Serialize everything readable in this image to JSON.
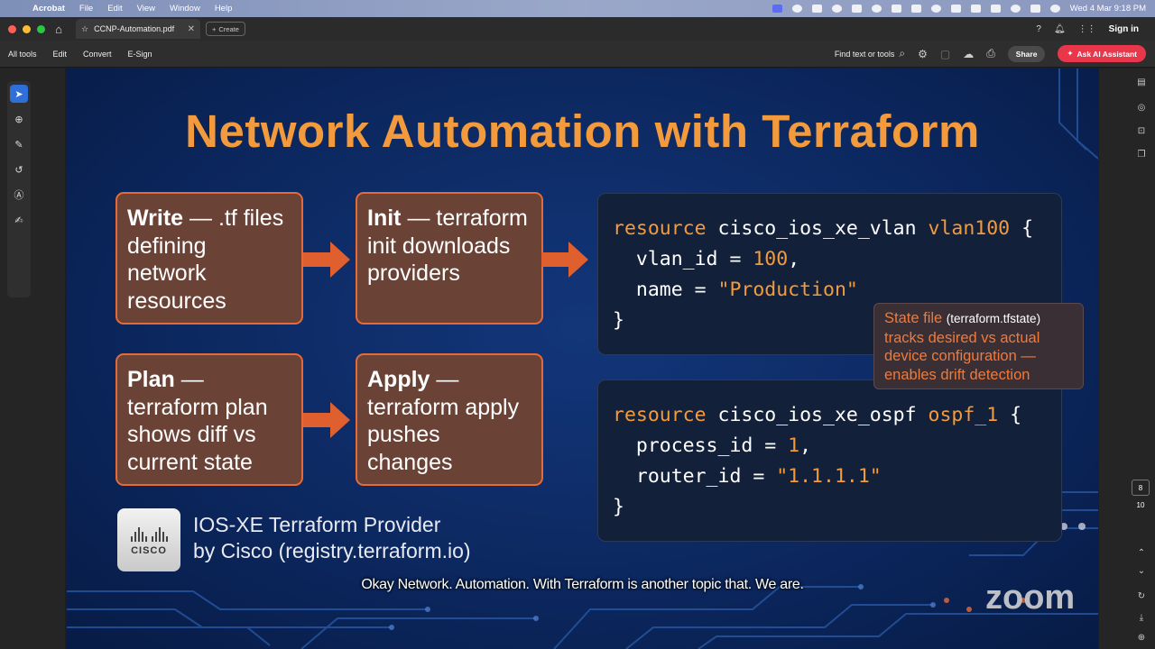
{
  "menubar": {
    "app": "Acrobat",
    "items": [
      "File",
      "Edit",
      "View",
      "Window",
      "Help"
    ],
    "clock": "Wed 4 Mar  9:18 PM"
  },
  "tabbar": {
    "doc_title": "CCNP-Automation.pdf",
    "create_label": "Create",
    "signin": "Sign in"
  },
  "toolbar": {
    "items": [
      "All tools",
      "Edit",
      "Convert",
      "E-Sign"
    ],
    "find_label": "Find text or tools",
    "share_label": "Share",
    "ai_label": "Ask AI Assistant"
  },
  "pager": {
    "current": "8",
    "total": "10"
  },
  "slide": {
    "title": "Network Automation with Terraform",
    "cards": [
      {
        "head": "Write",
        "rest": " — .tf files defining network resources"
      },
      {
        "head": "Init",
        "rest": " — terraform init downloads providers"
      },
      {
        "head": "Plan",
        "rest": " — terraform plan shows diff vs current state"
      },
      {
        "head": "Apply",
        "rest": " — terraform apply pushes changes"
      }
    ],
    "code1": {
      "kw1": "resource",
      "type": " cisco_ios_xe_vlan ",
      "name": "vlan100",
      "open": " {",
      "l2a": "  vlan_id = ",
      "l2b": "100",
      "l2c": ",",
      "l3a": "  name = ",
      "l3b": "\"Production\"",
      "close": "}"
    },
    "code2": {
      "kw1": "resource",
      "type": " cisco_ios_xe_ospf ",
      "name": "ospf_1",
      "open": " {",
      "l2a": "  process_id = ",
      "l2b": "1",
      "l2c": ",",
      "l3a": "  router_id = ",
      "l3b": "\"1.1.1.1\"",
      "close": "}"
    },
    "state_box": {
      "line1a": "State file ",
      "line1b": "(terraform.tfstate)",
      "rest": "tracks desired vs actual device configuration — enables drift detection"
    },
    "logo_text": "CISCO",
    "provider_line1": "IOS-XE Terraform Provider",
    "provider_line2": "by Cisco (registry.terraform.io)",
    "caption": "Okay Network. Automation. With Terraform is another topic that. We are.",
    "watermark": "zoom"
  }
}
